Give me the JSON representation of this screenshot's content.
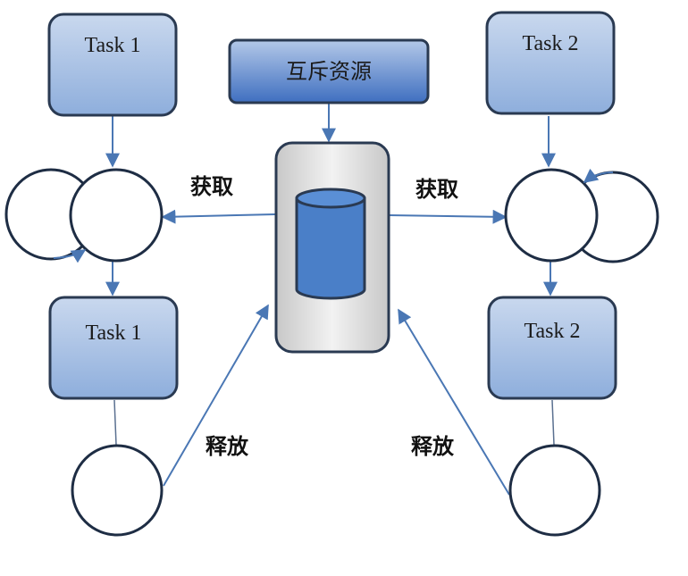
{
  "nodes": {
    "task1_top": "Task 1",
    "task1_bottom": "Task 1",
    "task2_top": "Task 2",
    "task2_bottom": "Task 2",
    "mutex_resource": "互斥资源"
  },
  "edges": {
    "acquire_left": "获取",
    "acquire_right": "获取",
    "release_left": "释放",
    "release_right": "释放"
  },
  "colors": {
    "box_light": "#c9d8ee",
    "box_dark": "#8eaedc",
    "box_stroke": "#2a3a52",
    "resource_dark": "#3f6fc0",
    "cylinder_fill": "#4a7fc8",
    "container_fill": "#d4d4d4",
    "arrow": "#4a77b4"
  }
}
